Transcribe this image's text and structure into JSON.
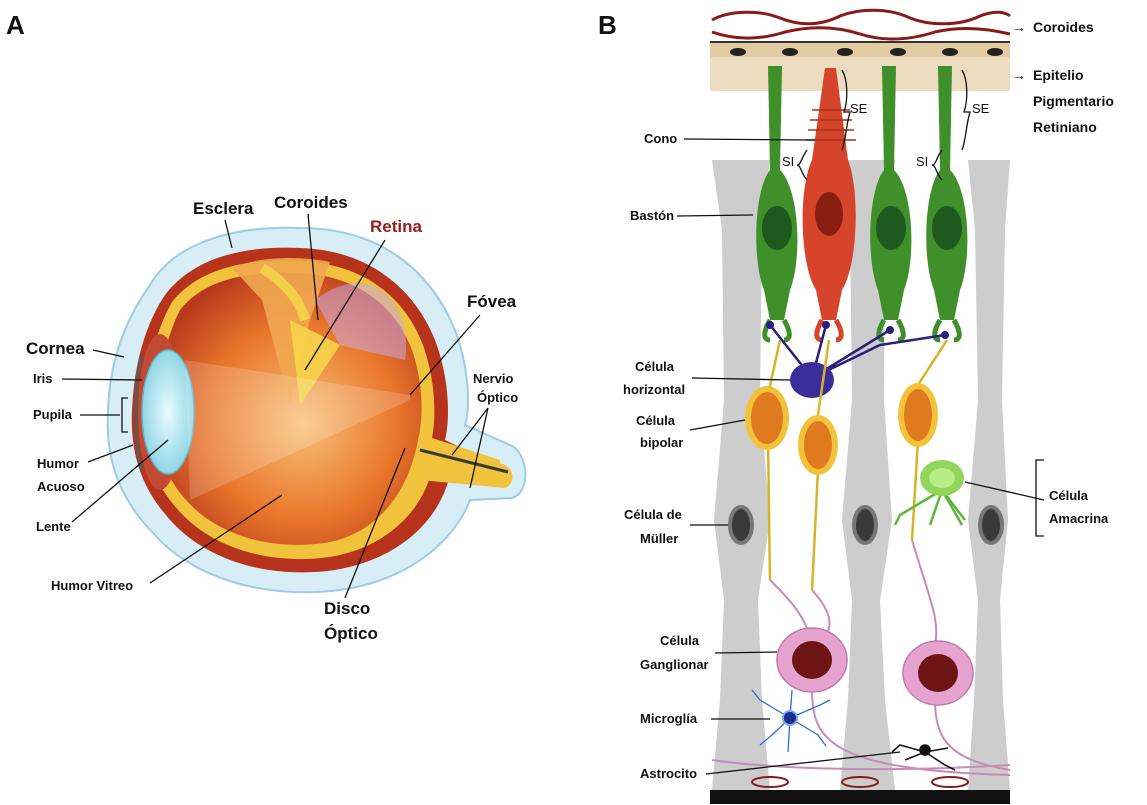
{
  "panel_a": {
    "letter": "A",
    "labels": {
      "esclera": "Esclera",
      "coroides": "Coroides",
      "retina": "Retina",
      "fovea": "Fóvea",
      "cornea": "Cornea",
      "iris": "Iris",
      "pupila": "Pupila",
      "nervio_1": "Nervio",
      "nervio_2": "Óptico",
      "humor_acuoso_1": "Humor",
      "humor_acuoso_2": "Acuoso",
      "lente": "Lente",
      "humor_vitreo": "Humor Vitreo",
      "disco_1": "Disco",
      "disco_2": "Óptico"
    }
  },
  "panel_b": {
    "letter": "B",
    "labels": {
      "coroides": "Coroides",
      "epitelio_1": "Epitelio",
      "epitelio_2": "Pigmentario",
      "epitelio_3": "Retiniano",
      "cono": "Cono",
      "baston": "Bastón",
      "se_left": "SE",
      "se_right": "SE",
      "si_left": "SI",
      "si_right": "SI",
      "horizontal_1": "Célula",
      "horizontal_2": "horizontal",
      "bipolar_1": "Célula",
      "bipolar_2": "bipolar",
      "amacrina_1": "Célula",
      "amacrina_2": "Amacrina",
      "muller_1": "Célula de",
      "muller_2": "Müller",
      "ganglionar_1": "Célula",
      "ganglionar_2": "Ganglionar",
      "microglia": "Microglía",
      "astrocito": "Astrocito"
    }
  },
  "colors": {
    "rod": "#3f8f2a",
    "cone": "#d6452b",
    "horizontal": "#3a2f9a",
    "bipolar": "#e07a1f",
    "amacrine": "#8fd65a",
    "muller": "#cfcfcf",
    "ganglion_outer": "#e6a3d0",
    "ganglion_inner": "#6e1414",
    "microglia": "#2b6fd1",
    "sclera": "#cfe7f2",
    "retina_layer": "#f2c23a"
  }
}
